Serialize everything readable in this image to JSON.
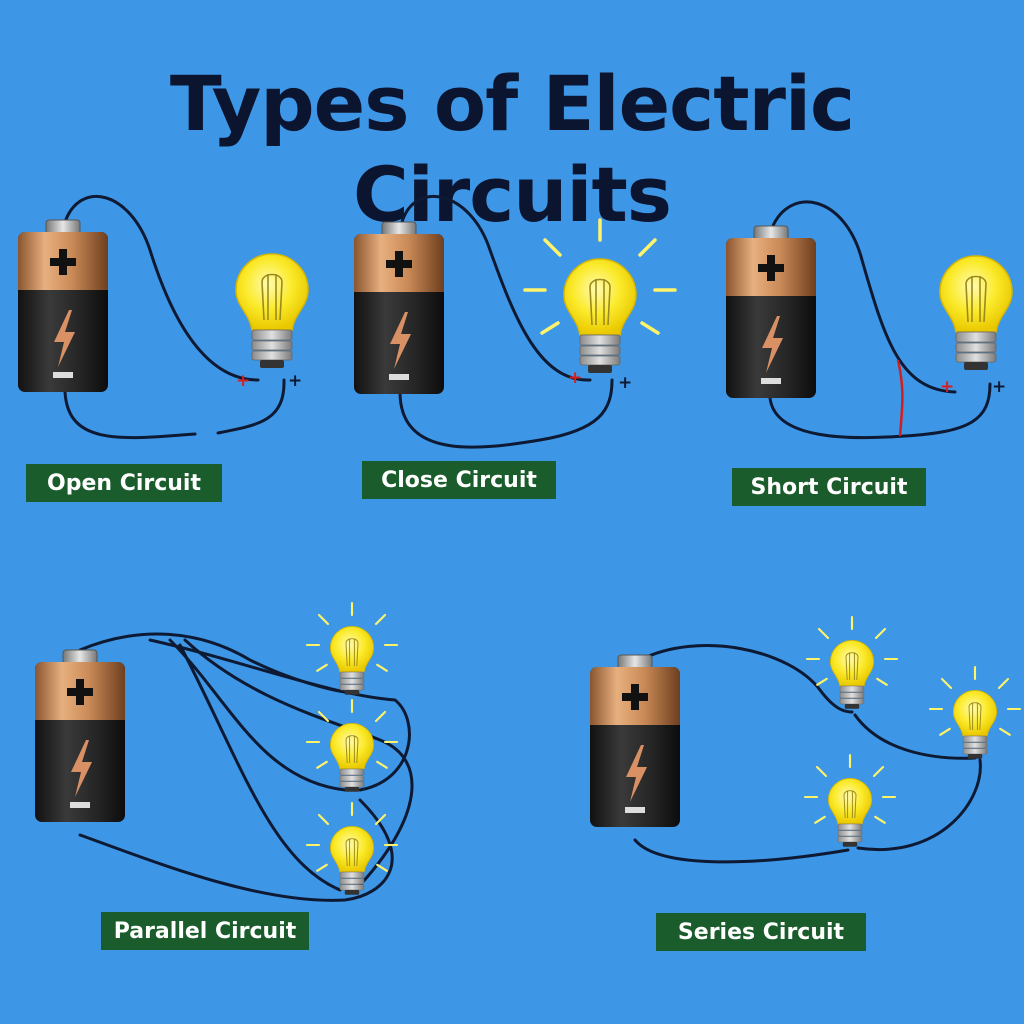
{
  "title": "Types of Electric Circuits",
  "circuits": [
    {
      "label": "Open Circuit"
    },
    {
      "label": "Close Circuit"
    },
    {
      "label": "Short Circuit"
    },
    {
      "label": "Parallel Circuit"
    },
    {
      "label": "Series Circuit"
    }
  ],
  "terminals": {
    "negative": "+",
    "positive": "+"
  },
  "battery_symbol": "+",
  "colors": {
    "background": "#3e97e6",
    "title": "#0b1530",
    "label_bg": "#1a5c2b",
    "label_text": "#ffffff",
    "wire": "#0e1a33",
    "short_wire": "#d01f1f",
    "bulb_glass": "#fbea2a",
    "glow": "#fff36a",
    "battery_copper": "#c98a57",
    "battery_body": "#222222"
  }
}
